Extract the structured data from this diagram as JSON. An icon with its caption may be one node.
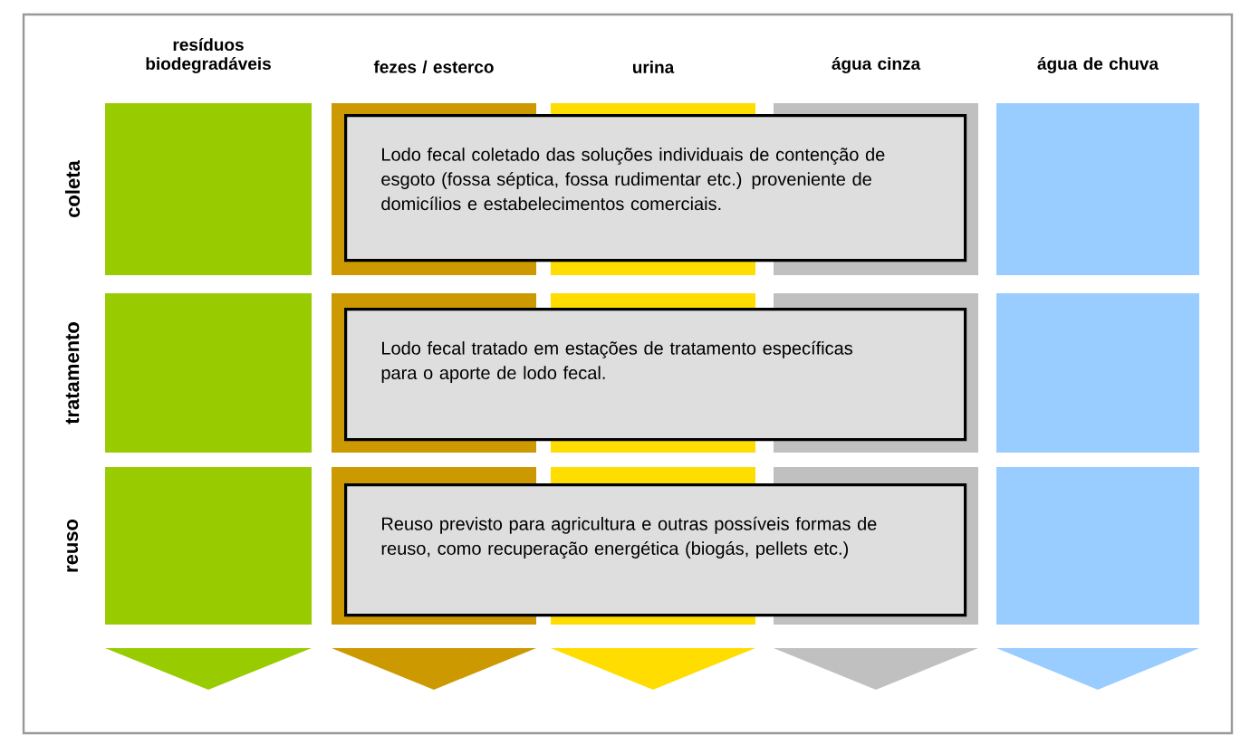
{
  "diagram": {
    "nodes": [
      {
        "text": [
          "Lodo fecal coletado das soluções individuais de contenção de esgoto (fossa séptica, fossa rudimentar etc.) proveniente de domicílios e estabelecimentos comerciais."
        ]
      },
      {
        "text": [
          "Lodo fecal tratado em estações de tratamento específicas para o aporte de lodo fecal."
        ]
      },
      {
        "text": [
          "Reuso previsto para agricultura e outras possíveis formas de reuso, como recuperação energética (biogás, pellets etc.)"
        ]
      }
    ],
    "labels": [
      "resíduos biodegradáveis",
      "fezes / esterco",
      "urina",
      "água cinza",
      "água de chuva",
      "coleta",
      "tratamento",
      "reuso"
    ]
  }
}
